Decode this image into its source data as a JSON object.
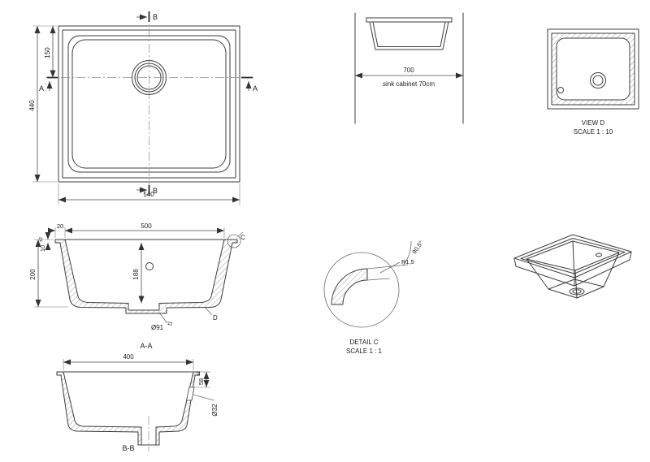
{
  "drawing": {
    "plan": {
      "section_b_top": "B",
      "section_b_bottom": "B",
      "section_a_left": "A",
      "section_a_right": "A",
      "dim_depth": "440",
      "dim_drain_from_top": "150",
      "dim_width": "540"
    },
    "cabinet": {
      "dim_width": "700",
      "label": "sink cabinet 70cm"
    },
    "view_d": {
      "name": "VIEW D",
      "scale": "SCALE 1 : 10"
    },
    "section_aa": {
      "dim_rim": "20",
      "dim_bowl_width": "500",
      "dim_rim_height": "10",
      "dim_rim_height_tol": "±2",
      "dim_total_height": "200",
      "dim_bowl_depth": "188",
      "dim_drain_hole": "Ø91",
      "dim_drain_hole_tol": "+2",
      "detail_c_label": "C",
      "detail_d_label": "D",
      "caption": "A-A"
    },
    "detail_c": {
      "radius": "R1,5",
      "angle": "90,5°",
      "name": "DETAIL C",
      "scale": "SCALE 1 : 1"
    },
    "section_bb": {
      "dim_bowl_width": "400",
      "dim_overflow_offset": "58",
      "dim_overflow_offset_tol": "±1",
      "dim_overflow_hole": "Ø32",
      "caption": "B-B"
    }
  }
}
